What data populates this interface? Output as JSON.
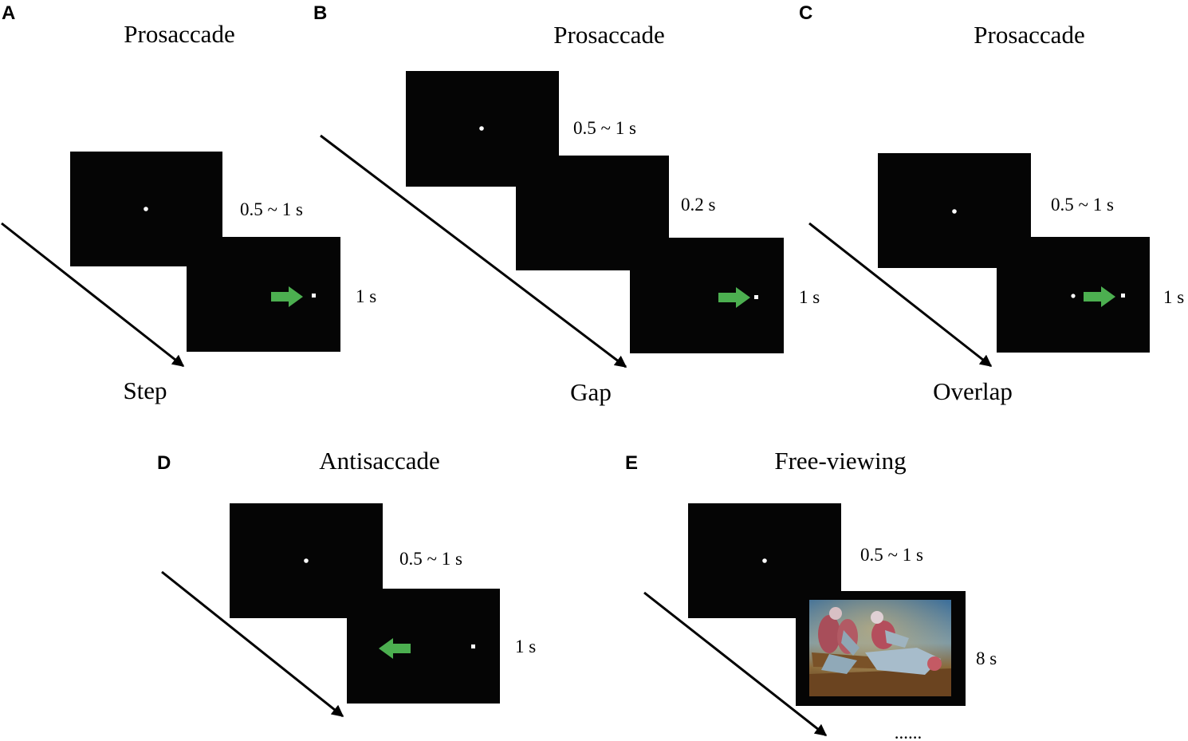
{
  "colors": {
    "screen": "#050505",
    "stimulus": "#ffffff",
    "arrow": "#4caf50",
    "timeline": "#000000"
  },
  "panels": {
    "A": {
      "letter": "A",
      "title": "Prosaccade",
      "label": "Step",
      "times": [
        "0.5 ~ 1 s",
        "1 s"
      ]
    },
    "B": {
      "letter": "B",
      "title": "Prosaccade",
      "label": "Gap",
      "times": [
        "0.5 ~ 1 s",
        "0.2 s",
        "1 s"
      ]
    },
    "C": {
      "letter": "C",
      "title": "Prosaccade",
      "label": "Overlap",
      "times": [
        "0.5 ~ 1 s",
        "1 s"
      ]
    },
    "D": {
      "letter": "D",
      "title": "Antisaccade",
      "times": [
        "0.5 ~ 1 s",
        "1 s"
      ]
    },
    "E": {
      "letter": "E",
      "title": "Free-viewing",
      "times": [
        "0.5 ~ 1 s",
        "8 s"
      ],
      "continuation": "......",
      "photo": "parrots-photo"
    }
  }
}
